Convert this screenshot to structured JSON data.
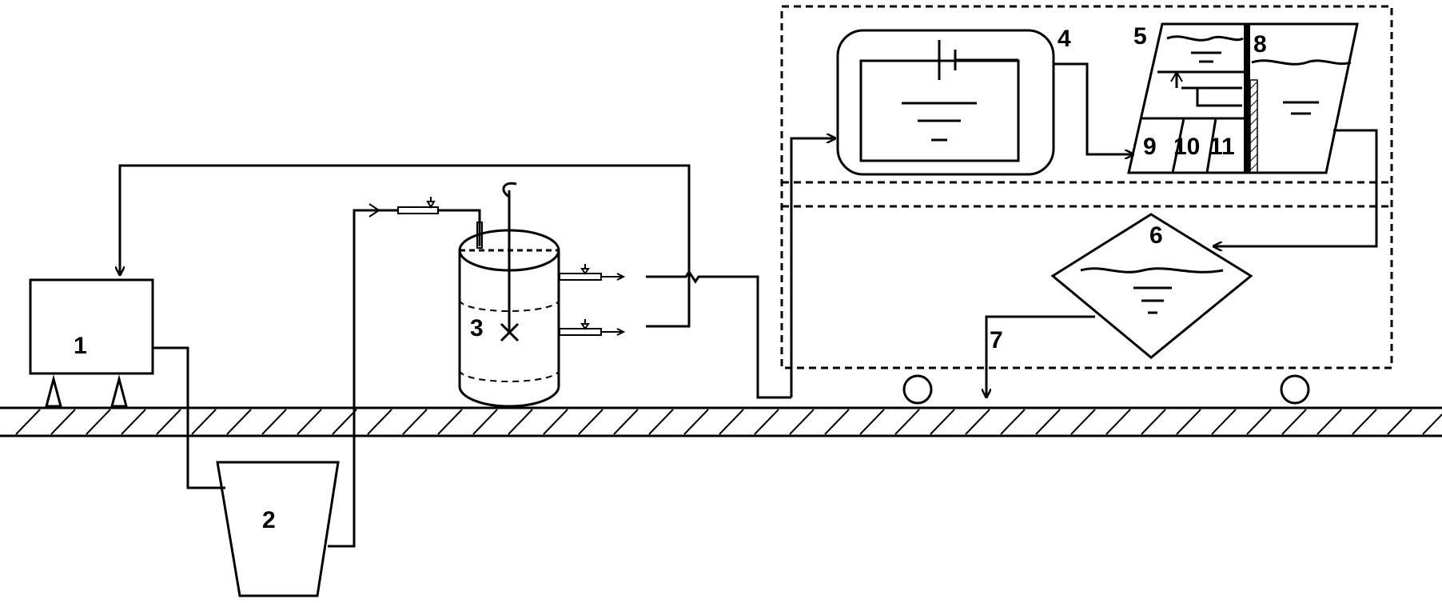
{
  "labels": {
    "n1": "1",
    "n2": "2",
    "n3": "3",
    "n4": "4",
    "n5": "5",
    "n6": "6",
    "n7": "7",
    "n8": "8",
    "n9": "9",
    "n10": "10",
    "n11": "11"
  },
  "colors": {
    "stroke": "#000000",
    "background": "#ffffff"
  }
}
